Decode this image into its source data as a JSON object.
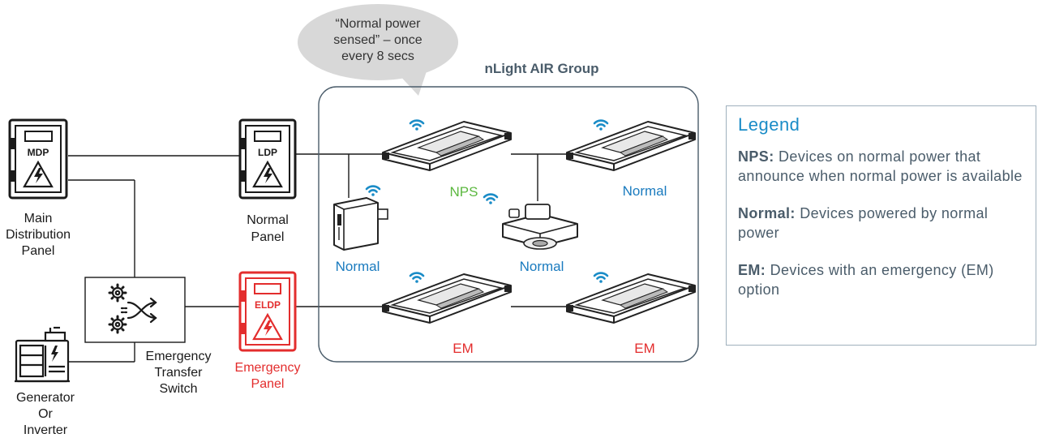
{
  "speech_bubble": {
    "text_lines": [
      "“Normal power",
      "sensed” – once",
      "every 8 secs"
    ]
  },
  "group": {
    "title": "nLight AIR Group"
  },
  "panels": {
    "mdp": {
      "tag": "MDP",
      "label_lines": [
        "Main",
        "Distribution",
        "Panel"
      ]
    },
    "ldp": {
      "tag": "LDP",
      "label_lines": [
        "Normal",
        "Panel"
      ]
    },
    "eldp": {
      "tag": "ELDP",
      "label_lines": [
        "Emergency",
        "Panel"
      ]
    },
    "ets": {
      "label_lines": [
        "Emergency",
        "Transfer",
        "Switch"
      ]
    },
    "generator": {
      "label_lines": [
        "Generator",
        "Or",
        "Inverter"
      ]
    }
  },
  "devices": {
    "nps_fixture": "NPS",
    "normal_fixture": "Normal",
    "normal_pack": "Normal",
    "normal_sensor": "Normal",
    "em_fixture_1": "EM",
    "em_fixture_2": "EM"
  },
  "legend": {
    "title": "Legend",
    "nps": {
      "term": "NPS:",
      "desc": " Devices on normal power that announce when normal power is available"
    },
    "normal": {
      "term": "Normal:",
      "desc": " Devices powered by normal power"
    },
    "em": {
      "term": "EM:",
      "desc": " Devices with an emergency (EM) option"
    }
  },
  "colors": {
    "nps": "#5cb840",
    "normal": "#1a7bbf",
    "em": "#e32d2d",
    "line": "#1a1a1a",
    "legend_border": "#9fb0bd"
  }
}
